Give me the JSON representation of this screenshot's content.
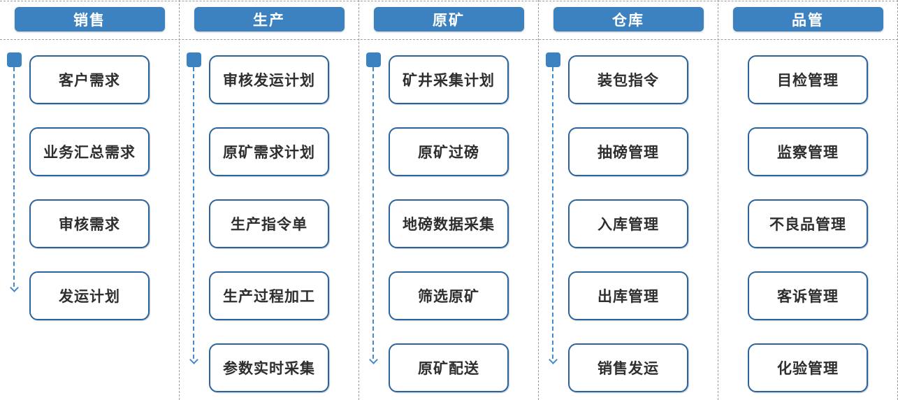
{
  "diagram": {
    "type": "department-process-board",
    "colors": {
      "header_bg": "#3d82c0",
      "box_border": "#2b639c",
      "box_text": "#2e2e2e",
      "arrow": "#4289ce",
      "separator": "#9b9b9b"
    }
  },
  "columns": [
    {
      "title": "销售",
      "has_flow_arrow": true,
      "items": [
        "客户需求",
        "业务汇总需求",
        "审核需求",
        "发运计划"
      ]
    },
    {
      "title": "生产",
      "has_flow_arrow": true,
      "items": [
        "审核发运计划",
        "原矿需求计划",
        "生产指令单",
        "生产过程加工",
        "参数实时采集"
      ]
    },
    {
      "title": "原矿",
      "has_flow_arrow": true,
      "items": [
        "矿井采集计划",
        "原矿过磅",
        "地磅数据采集",
        "筛选原矿",
        "原矿配送"
      ]
    },
    {
      "title": "仓库",
      "has_flow_arrow": true,
      "items": [
        "装包指令",
        "抽磅管理",
        "入库管理",
        "出库管理",
        "销售发运"
      ]
    },
    {
      "title": "品管",
      "has_flow_arrow": false,
      "items": [
        "目检管理",
        "监察管理",
        "不良品管理",
        "客诉管理",
        "化验管理"
      ]
    }
  ]
}
